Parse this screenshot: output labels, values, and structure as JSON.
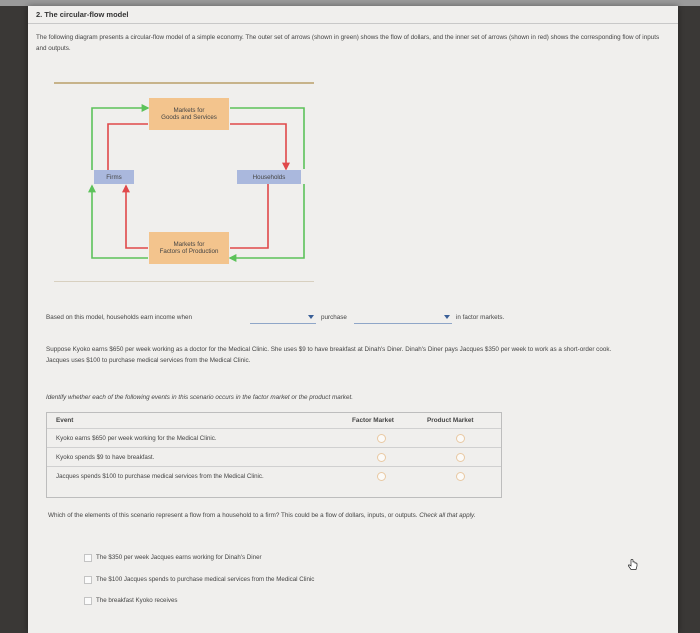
{
  "question": {
    "title": "2. The circular-flow model",
    "intro": "The following diagram presents a circular-flow model of a simple economy. The outer set of arrows (shown in green) shows the flow of dollars, and the inner set of arrows (shown in red) shows the corresponding flow of inputs and outputs."
  },
  "diagram": {
    "goods_market": [
      "Markets for",
      "Goods and Services"
    ],
    "factor_market": [
      "Markets for",
      "Factors of Production"
    ],
    "firms": "Firms",
    "households": "Households",
    "colors": {
      "outer_money": "#5cc25a",
      "inner_goods": "#e0484a",
      "market_box": "#f3c48d",
      "agent_box": "#aab8dd"
    }
  },
  "fill_in": {
    "text_before": "Based on this model, households earn income when",
    "text_middle": "purchase",
    "text_after": "in factor markets.",
    "dropdown1_value": "",
    "dropdown2_value": ""
  },
  "scenario": "Suppose Kyoko earns $650 per week working as a doctor for the Medical Clinic. She uses $9 to have breakfast at Dinah's Diner. Dinah's Diner pays Jacques $350 per week to work as a short-order cook. Jacques uses $100 to purchase medical services from the Medical Clinic.",
  "table": {
    "instruction": "Identify whether each of the following events in this scenario occurs in the factor market or the product market.",
    "headers": {
      "event": "Event",
      "factor": "Factor Market",
      "product": "Product Market"
    },
    "rows": [
      {
        "event": "Kyoko earns $650 per week working for the Medical Clinic."
      },
      {
        "event": "Kyoko spends $9 to have breakfast."
      },
      {
        "event": "Jacques spends $100 to purchase medical services from the Medical Clinic."
      }
    ]
  },
  "checkall": {
    "prompt": "Which of the elements of this scenario represent a flow from a household to a firm? This could be a flow of dollars, inputs, or outputs.",
    "prompt_italic": "Check all that apply.",
    "options": [
      "The $350 per week Jacques earns working for Dinah's Diner",
      "The $100 Jacques spends to purchase medical services from the Medical Clinic",
      "The breakfast Kyoko receives"
    ]
  }
}
